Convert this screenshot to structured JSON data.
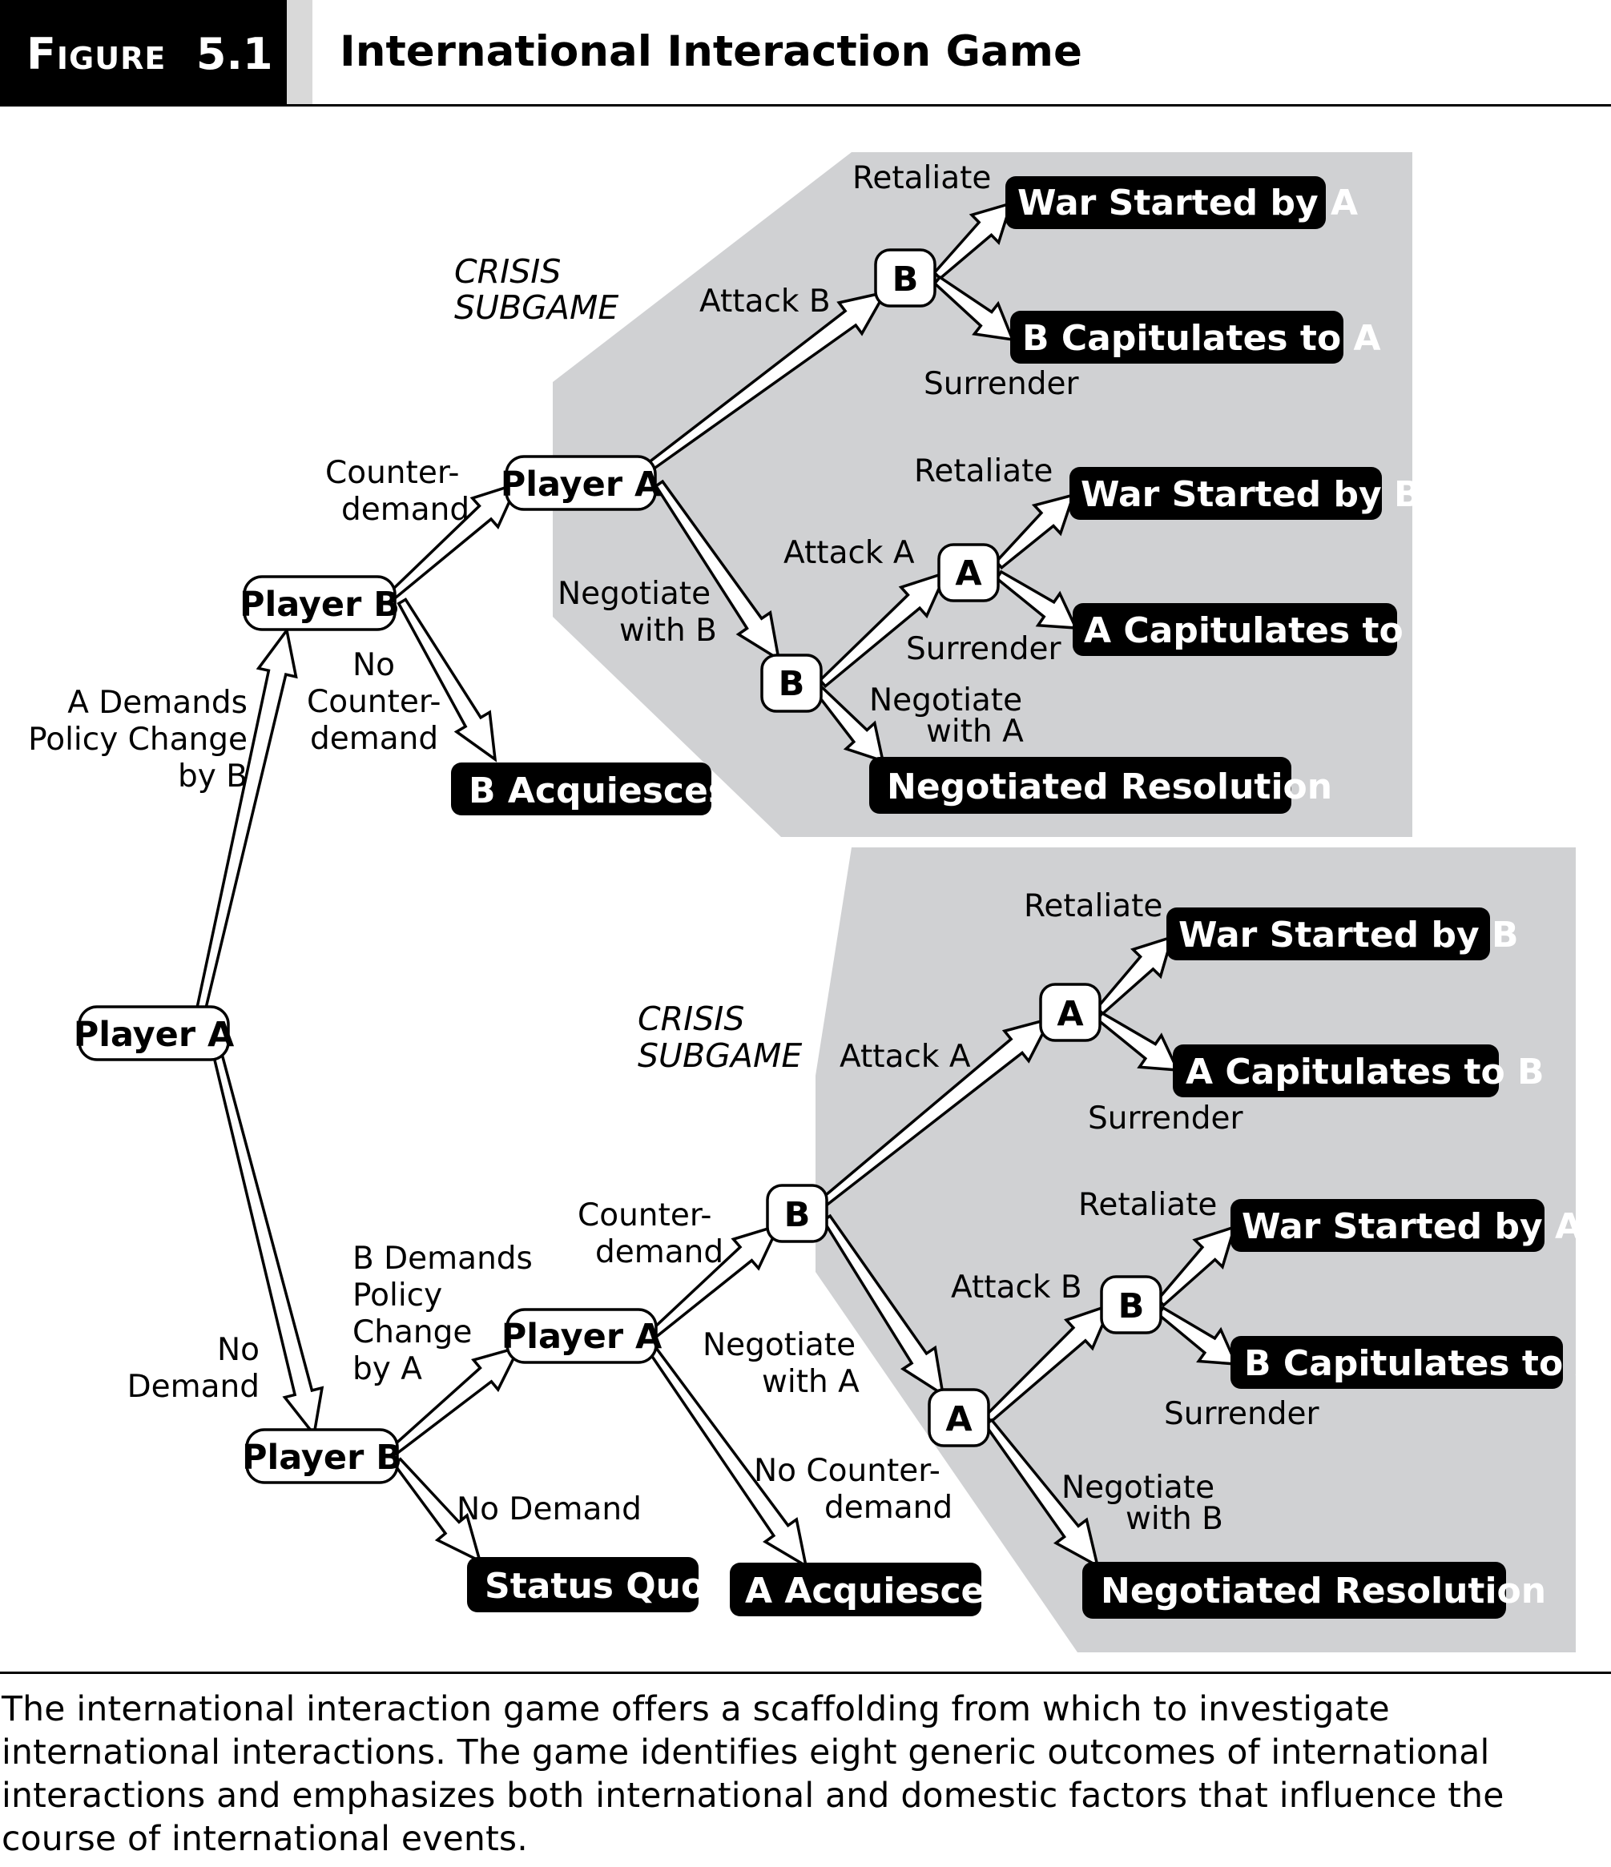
{
  "header": {
    "figure_word": "Figure",
    "figure_number": "5.1",
    "title": "International Interaction Game"
  },
  "colors": {
    "panel": "#d0d1d3",
    "outcome_fill": "#000000",
    "node_fill": "#ffffff"
  },
  "diagram": {
    "subgame_labels": {
      "top_line1": "CRISIS",
      "top_line2": "SUBGAME",
      "bottom_line1": "CRISIS",
      "bottom_line2": "SUBGAME"
    },
    "nodes": {
      "root": "Player A",
      "upper_b": "Player B",
      "lower_b": "Player B",
      "upper_crisis_a": "Player A",
      "lower_a": "Player A",
      "upper_b_attack": "B",
      "upper_b_negotiate": "B",
      "upper_a_attack": "A",
      "lower_crisis_b": "B",
      "lower_a_attack": "A",
      "lower_a_negotiate": "A",
      "lower_b_attack": "B"
    },
    "outcomes": {
      "war_by_a_top": "War Started by A",
      "b_capitulates_top": "B Capitulates to A",
      "war_by_b_top": "War Started by B",
      "a_capitulates_top": "A Capitulates to B",
      "negotiated_top": "Negotiated Resolution",
      "b_acquiesces": "B Acquiesces",
      "war_by_b_bottom": "War Started by B",
      "a_capitulates_bottom": "A Capitulates to B",
      "war_by_a_bottom": "War Started by A",
      "b_capitulates_bottom": "B Capitulates to A",
      "negotiated_bottom": "Negotiated Resolution",
      "status_quo": "Status Quo",
      "a_acquiesces": "A Acquiesces"
    },
    "edges": {
      "a_demands_1": "A Demands",
      "a_demands_2": "Policy Change",
      "a_demands_3": "by B",
      "no_demand_1": "No",
      "no_demand_2": "Demand",
      "counterdemand_top_1": "Counter-",
      "counterdemand_top_2": "demand",
      "no_counter_top_1": "No",
      "no_counter_top_2": "Counter-",
      "no_counter_top_3": "demand",
      "attack_b_top": "Attack B",
      "retaliate_1": "Retaliate",
      "surrender_1": "Surrender",
      "negotiate_b_1": "Negotiate",
      "negotiate_b_2": "with B",
      "attack_a_top": "Attack A",
      "retaliate_2": "Retaliate",
      "surrender_2": "Surrender",
      "negotiate_a_top_1": "Negotiate",
      "negotiate_a_top_2": "with A",
      "b_demands_1": "B Demands",
      "b_demands_2": "Policy",
      "b_demands_3": "Change",
      "b_demands_4": "by A",
      "no_demand_b": "No Demand",
      "counterdemand_bot_1": "Counter-",
      "counterdemand_bot_2": "demand",
      "negotiate_a_bot_1": "Negotiate",
      "negotiate_a_bot_2": "with A",
      "no_counter_bot_1": "No Counter-",
      "no_counter_bot_2": "demand",
      "attack_a_bot": "Attack A",
      "retaliate_3": "Retaliate",
      "surrender_3": "Surrender",
      "attack_b_bot": "Attack B",
      "retaliate_4": "Retaliate",
      "surrender_4": "Surrender",
      "negotiate_b_bot_1": "Negotiate",
      "negotiate_b_bot_2": "with B"
    }
  },
  "caption": "The international interaction game offers a scaffolding from which to investigate international interactions. The game identifies eight generic outcomes of international interactions and emphasizes both international and domestic factors that influence the course of international events."
}
